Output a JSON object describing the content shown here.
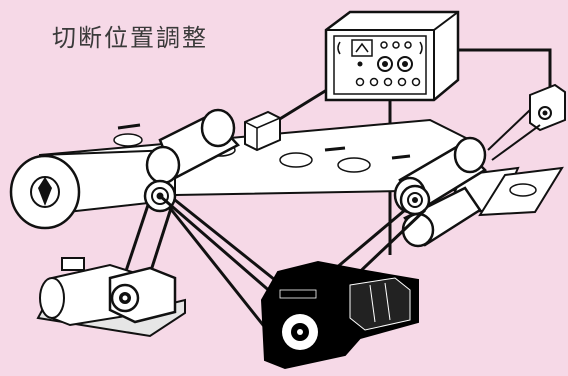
{
  "title": "切断位置調整",
  "colors": {
    "background": "#f6d9e7",
    "line": "#111111",
    "fill": "#ffffff",
    "motor": "#000000",
    "shade": "#d8d8d8"
  },
  "components": [
    {
      "name": "control-panel",
      "icon": "control-box-icon"
    },
    {
      "name": "position-sensor",
      "icon": "sensor-icon"
    },
    {
      "name": "mark-sensor",
      "icon": "sensor-icon"
    },
    {
      "name": "material-roll",
      "icon": "roll-icon"
    },
    {
      "name": "feed-motor",
      "icon": "motor-icon"
    },
    {
      "name": "cutter-servo-motor",
      "icon": "servo-motor-icon"
    },
    {
      "name": "web-with-circular-cutouts",
      "icon": "web-icon"
    },
    {
      "name": "cut-sheets",
      "icon": "sheet-icon"
    }
  ]
}
